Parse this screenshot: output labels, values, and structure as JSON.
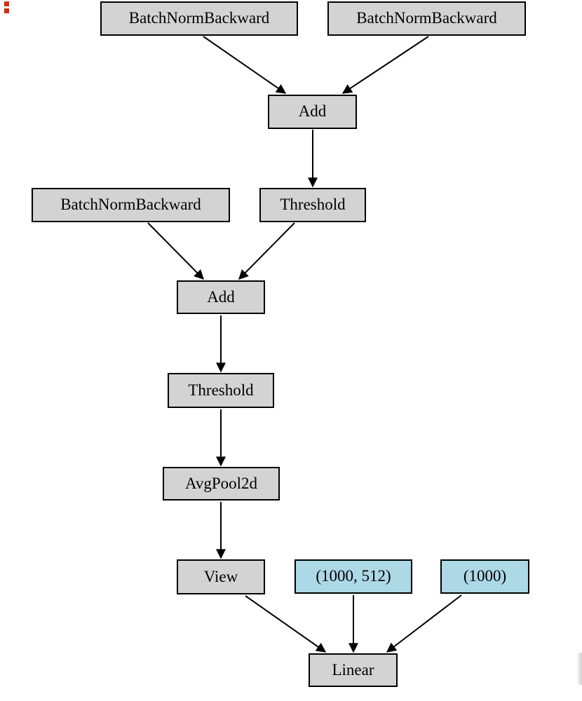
{
  "canvas": {
    "background": "#ffffff"
  },
  "corner_marker": {
    "description": "two small red squares stacked like a colon",
    "color": "#d42e0e"
  },
  "scrollbar": {
    "thumb_color": "#a8a8a8"
  },
  "graph": {
    "kind": "autograd-computation-graph",
    "edge_color": "#000000",
    "border_color": "#000000",
    "op_fill": "#d3d3d3",
    "tensor_fill": "#add8e6",
    "nodes": [
      {
        "label": "BatchNormBackward",
        "type": "op",
        "fill": "#d3d3d3"
      },
      {
        "label": "BatchNormBackward",
        "type": "op",
        "fill": "#d3d3d3"
      },
      {
        "label": "Add",
        "type": "op",
        "fill": "#d3d3d3"
      },
      {
        "label": "BatchNormBackward",
        "type": "op",
        "fill": "#d3d3d3"
      },
      {
        "label": "Threshold",
        "type": "op",
        "fill": "#d3d3d3"
      },
      {
        "label": "Add",
        "type": "op",
        "fill": "#d3d3d3"
      },
      {
        "label": "Threshold",
        "type": "op",
        "fill": "#d3d3d3"
      },
      {
        "label": "AvgPool2d",
        "type": "op",
        "fill": "#d3d3d3"
      },
      {
        "label": "View",
        "type": "op",
        "fill": "#d3d3d3"
      },
      {
        "label": "(1000, 512)",
        "type": "tensor",
        "fill": "#add8e6"
      },
      {
        "label": "(1000)",
        "type": "tensor",
        "fill": "#add8e6"
      },
      {
        "label": "Linear",
        "type": "op",
        "fill": "#d3d3d3"
      }
    ],
    "edges": [
      {
        "from": "BatchNormBackward#1",
        "to": "Add#1"
      },
      {
        "from": "BatchNormBackward#2",
        "to": "Add#1"
      },
      {
        "from": "Add#1",
        "to": "Threshold#1"
      },
      {
        "from": "BatchNormBackward#3",
        "to": "Add#2"
      },
      {
        "from": "Threshold#1",
        "to": "Add#2"
      },
      {
        "from": "Add#2",
        "to": "Threshold#2"
      },
      {
        "from": "Threshold#2",
        "to": "AvgPool2d"
      },
      {
        "from": "AvgPool2d",
        "to": "View"
      },
      {
        "from": "View",
        "to": "Linear"
      },
      {
        "from": "(1000, 512)",
        "to": "Linear"
      },
      {
        "from": "(1000)",
        "to": "Linear"
      }
    ]
  }
}
